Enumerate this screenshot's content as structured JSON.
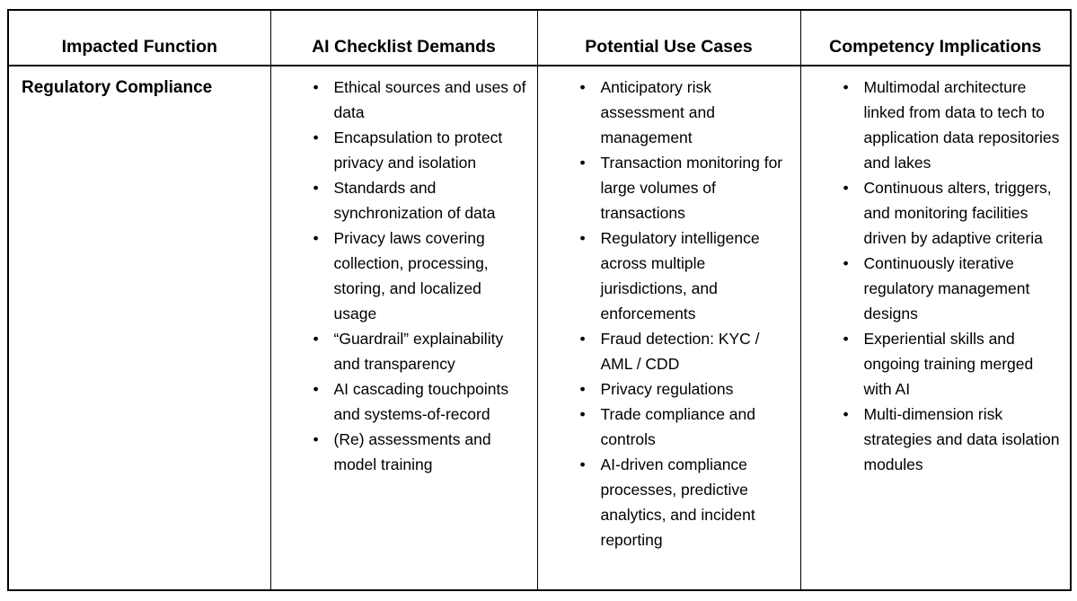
{
  "table": {
    "headers": [
      "Impacted Function",
      "AI Checklist Demands",
      "Potential Use Cases",
      "Competency Implications"
    ],
    "row": {
      "impacted_function": "Regulatory Compliance",
      "ai_checklist_demands": [
        "Ethical sources and uses of data",
        "Encapsulation to protect privacy and isolation",
        "Standards and synchronization of data",
        "Privacy laws covering collection, processing, storing, and localized usage",
        "“Guardrail” explainability and transparency",
        "AI cascading touchpoints and systems-of-record",
        "(Re) assessments and model training"
      ],
      "potential_use_cases": [
        "Anticipatory risk assessment and management",
        "Transaction monitoring for large volumes of transactions",
        "Regulatory intelligence across multiple jurisdictions, and enforcements",
        "Fraud detection: KYC / AML / CDD",
        "Privacy regulations",
        "Trade compliance and controls",
        "AI-driven compliance processes, predictive analytics, and incident reporting"
      ],
      "competency_implications": [
        "Multimodal architecture linked from data to tech to application data repositories and lakes",
        "Continuous alters, triggers, and monitoring facilities driven by adaptive criteria",
        "Continuously iterative regulatory management designs",
        "Experiential skills and ongoing training merged with AI",
        "Multi-dimension risk strategies and data isolation modules"
      ]
    }
  }
}
